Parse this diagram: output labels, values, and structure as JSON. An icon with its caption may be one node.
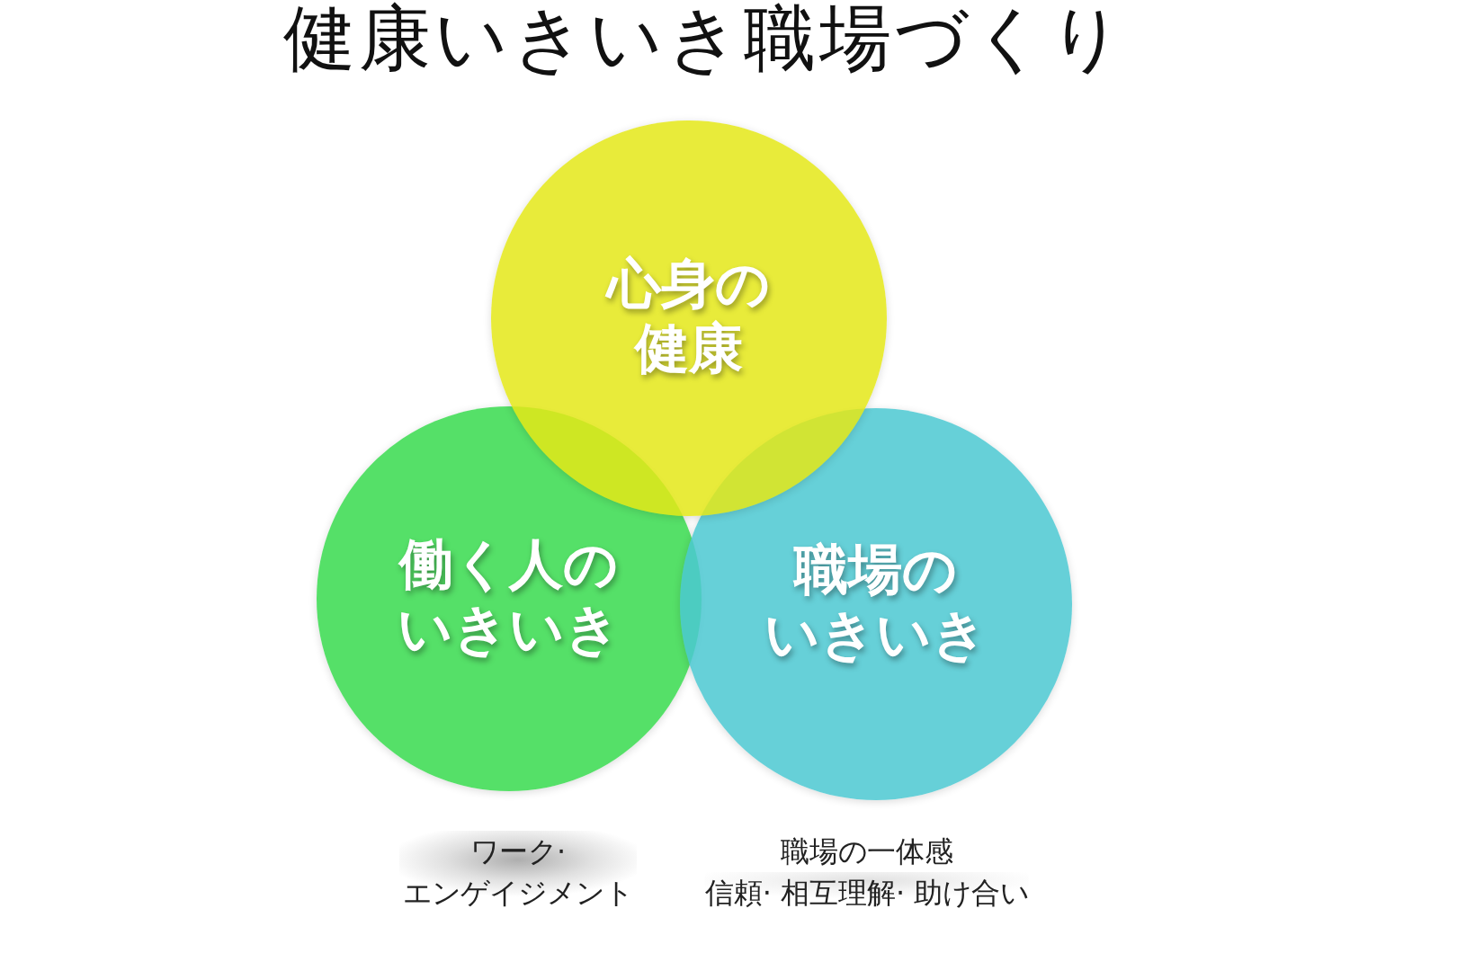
{
  "diagram": {
    "title": "健康いきいき職場づくり",
    "nodes": [
      {
        "text": [
          "心身の健康"
        ]
      },
      {
        "text": [
          "働く人のいきいき"
        ],
        "beside": [
          "ワーク· エンゲイジメント"
        ]
      },
      {
        "text": [
          "職場のいきいき"
        ],
        "beside": [
          "職場の一体感",
          "信頼· 相互理解· 助け合い"
        ]
      }
    ]
  }
}
